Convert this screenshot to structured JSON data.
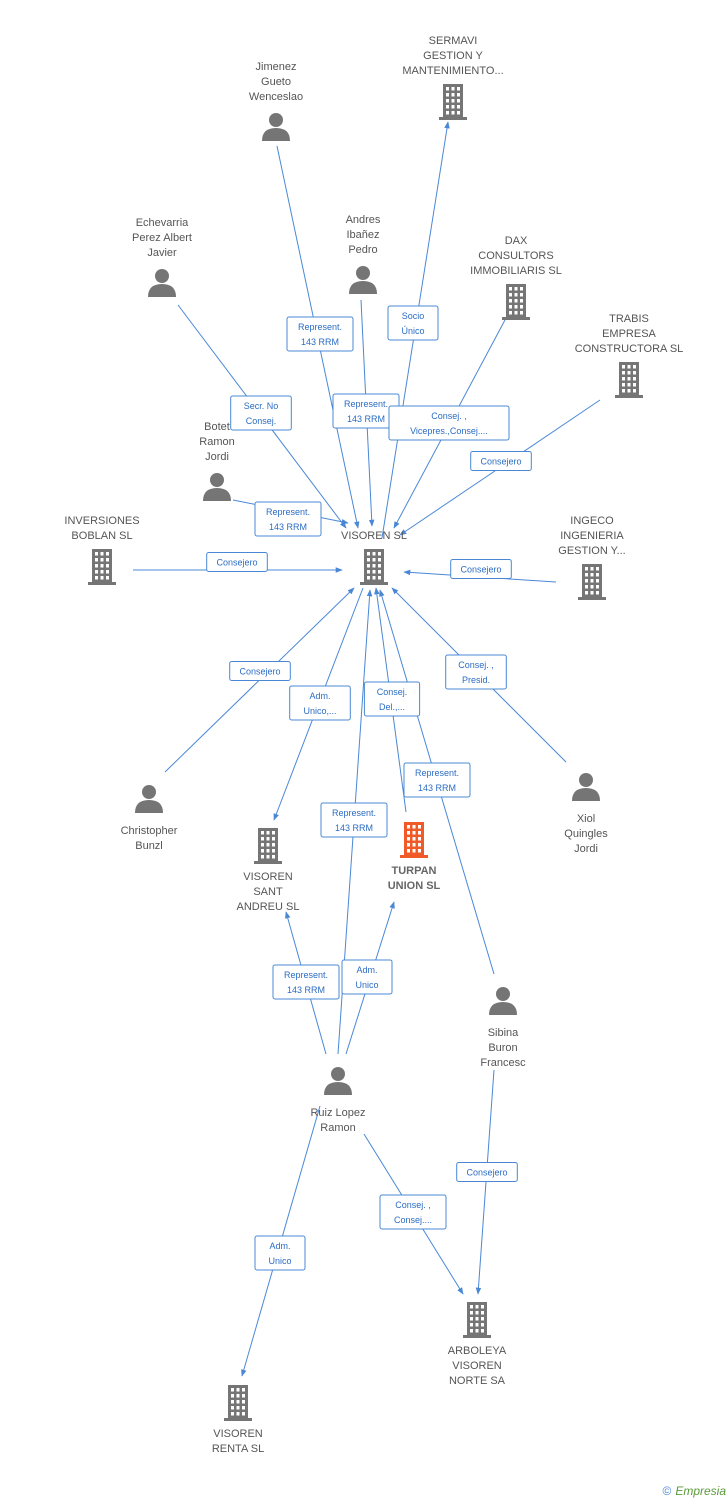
{
  "colors": {
    "edge": "#4a88d6",
    "node": "#757575",
    "focus": "#f05a28"
  },
  "nodes": [
    {
      "id": "visoren",
      "type": "company",
      "label": [
        "VISOREN SL"
      ]
    },
    {
      "id": "jimenez",
      "type": "person",
      "label": [
        "Jimenez",
        "Gueto",
        "Wenceslao"
      ]
    },
    {
      "id": "sermavi",
      "type": "company",
      "label": [
        "SERMAVI",
        "GESTION Y",
        "MANTENIMIENTO..."
      ]
    },
    {
      "id": "echevarria",
      "type": "person",
      "label": [
        "Echevarria",
        "Perez Albert",
        "Javier"
      ]
    },
    {
      "id": "andres",
      "type": "person",
      "label": [
        "Andres",
        "Ibañez",
        "Pedro"
      ]
    },
    {
      "id": "dax",
      "type": "company",
      "label": [
        "DAX",
        "CONSULTORS",
        "IMMOBILIARIS SL"
      ]
    },
    {
      "id": "trabis",
      "type": "company",
      "label": [
        "TRABIS",
        "EMPRESA",
        "CONSTRUCTORA SL"
      ]
    },
    {
      "id": "botet",
      "type": "person",
      "label": [
        "Botet",
        "Ramon",
        "Jordi"
      ]
    },
    {
      "id": "inversiones",
      "type": "company",
      "label": [
        "INVERSIONES",
        "BOBLAN  SL"
      ]
    },
    {
      "id": "ingeco",
      "type": "company",
      "label": [
        "INGECO",
        "INGENIERIA",
        "GESTION Y..."
      ]
    },
    {
      "id": "christopher",
      "type": "person",
      "label": [
        "Christopher",
        "Bunzl"
      ]
    },
    {
      "id": "sant",
      "type": "company",
      "label": [
        "VISOREN",
        "SANT",
        "ANDREU SL"
      ]
    },
    {
      "id": "turpan",
      "type": "focus",
      "label": [
        "TURPAN",
        "UNION SL"
      ]
    },
    {
      "id": "xiol",
      "type": "person",
      "label": [
        "Xiol",
        "Quingles",
        "Jordi"
      ]
    },
    {
      "id": "sibina",
      "type": "person",
      "label": [
        "Sibina",
        "Buron",
        "Francesc"
      ]
    },
    {
      "id": "ruiz",
      "type": "person",
      "label": [
        "Ruiz Lopez",
        "Ramon"
      ]
    },
    {
      "id": "arboleya",
      "type": "company",
      "label": [
        "ARBOLEYA",
        "VISOREN",
        "NORTE SA"
      ]
    },
    {
      "id": "renta",
      "type": "company",
      "label": [
        "VISOREN",
        "RENTA SL"
      ]
    }
  ],
  "edges": [
    {
      "from": "jimenez",
      "to": "visoren",
      "label": [
        "Represent.",
        "143 RRM"
      ]
    },
    {
      "from": "visoren",
      "to": "sermavi",
      "label": [
        "Socio",
        "Único"
      ]
    },
    {
      "from": "echevarria",
      "to": "visoren",
      "label": [
        "Secr.  No",
        "Consej."
      ]
    },
    {
      "from": "andres",
      "to": "visoren",
      "label": [
        "Represent.",
        "143 RRM"
      ]
    },
    {
      "from": "dax",
      "to": "visoren",
      "label": [
        "Consej. ,",
        "Vicepres.,Consej...."
      ]
    },
    {
      "from": "trabis",
      "to": "visoren",
      "label": [
        "Consejero"
      ]
    },
    {
      "from": "botet",
      "to": "visoren",
      "label": [
        "Represent.",
        "143 RRM"
      ]
    },
    {
      "from": "inversiones",
      "to": "visoren",
      "label": [
        "Consejero"
      ]
    },
    {
      "from": "ingeco",
      "to": "visoren",
      "label": [
        "Consejero"
      ]
    },
    {
      "from": "christopher",
      "to": "visoren",
      "label": [
        "Consejero"
      ]
    },
    {
      "from": "visoren",
      "to": "sant",
      "label": [
        "Adm.",
        "Unico,..."
      ]
    },
    {
      "from": "turpan",
      "to": "visoren",
      "label": [
        "Consej.",
        "Del.,..."
      ]
    },
    {
      "from": "xiol",
      "to": "visoren",
      "label": [
        "Consej. ,",
        "Presid."
      ]
    },
    {
      "from": "sibina",
      "to": "visoren",
      "label": [
        "Represent.",
        "143 RRM"
      ]
    },
    {
      "from": "ruiz",
      "to": "visoren",
      "label": [
        "Represent.",
        "143 RRM"
      ]
    },
    {
      "from": "ruiz",
      "to": "sant",
      "label": [
        "Represent.",
        "143 RRM"
      ]
    },
    {
      "from": "ruiz",
      "to": "turpan",
      "label": [
        "Adm.",
        "Unico"
      ]
    },
    {
      "from": "ruiz",
      "to": "renta",
      "label": [
        "Adm.",
        "Unico"
      ]
    },
    {
      "from": "ruiz",
      "to": "arboleya",
      "label": [
        "Consej. ,",
        "Consej...."
      ]
    },
    {
      "from": "sibina",
      "to": "arboleya",
      "label": [
        "Consejero"
      ]
    }
  ],
  "footer": {
    "copyright": "©",
    "brand": "Empresia"
  }
}
